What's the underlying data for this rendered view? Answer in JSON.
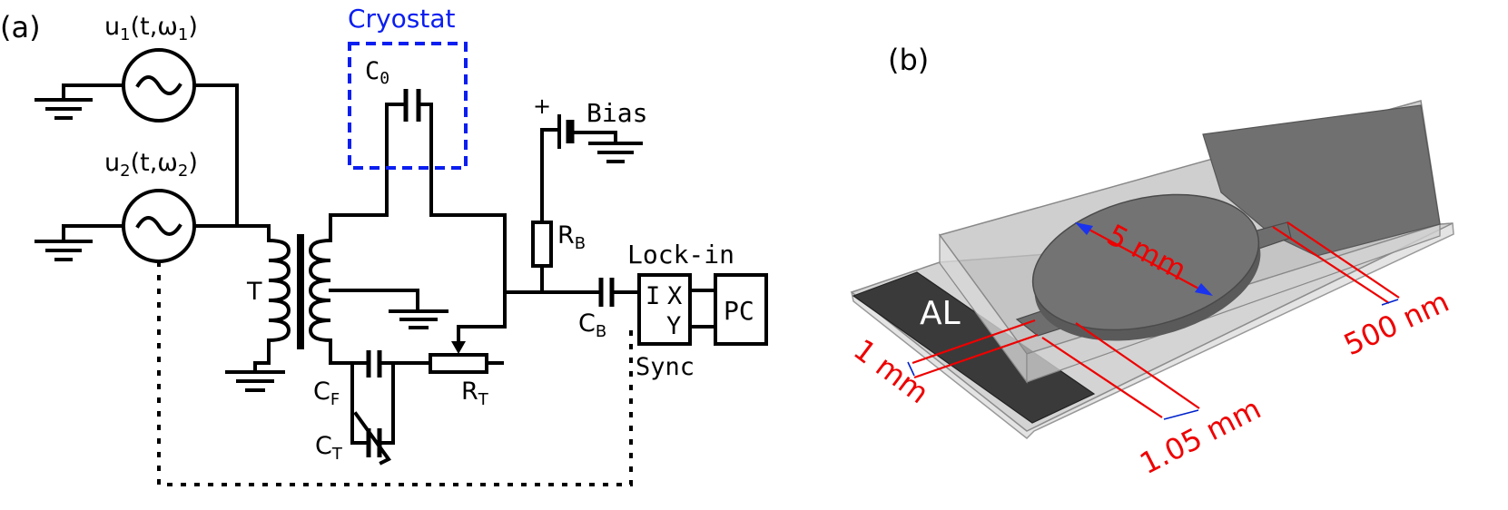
{
  "panel_a": {
    "label": "(a)",
    "source1": {
      "base": "u",
      "sub": "1",
      "args_pre": "(t,ω",
      "args_sub": "1",
      "args_post": ")"
    },
    "source2": {
      "base": "u",
      "sub": "2",
      "args_pre": "(t,ω",
      "args_sub": "2",
      "args_post": ")"
    },
    "cryostat": "Cryostat",
    "c0": {
      "base": "C",
      "sub": "0"
    },
    "bias": "Bias",
    "bias_plus": "+",
    "rb": {
      "base": "R",
      "sub": "B"
    },
    "transformer": "T",
    "cb": {
      "base": "C",
      "sub": "B"
    },
    "lockin": "Lock-in",
    "lockin_i": "I",
    "lockin_x": "X",
    "lockin_y": "Y",
    "pc": "PC",
    "sync": "Sync",
    "cf": {
      "base": "C",
      "sub": "F"
    },
    "rt": {
      "base": "R",
      "sub": "T"
    },
    "ct": {
      "base": "C",
      "sub": "T"
    },
    "colors": {
      "cryostat": "#0a1ef0",
      "wire": "#000000"
    }
  },
  "panel_b": {
    "label": "(b)",
    "electrode": "AL",
    "dim_diameter": "5 mm",
    "dim_thickness": "500 nm",
    "dim_width": "1 mm",
    "dim_gap": "1.05 mm",
    "colors": {
      "dimension": "#ee0000",
      "arrow": "#0022cc",
      "slab": "#c8c8c8",
      "metal": "#6e6e6e",
      "dark_metal": "#333333"
    }
  }
}
